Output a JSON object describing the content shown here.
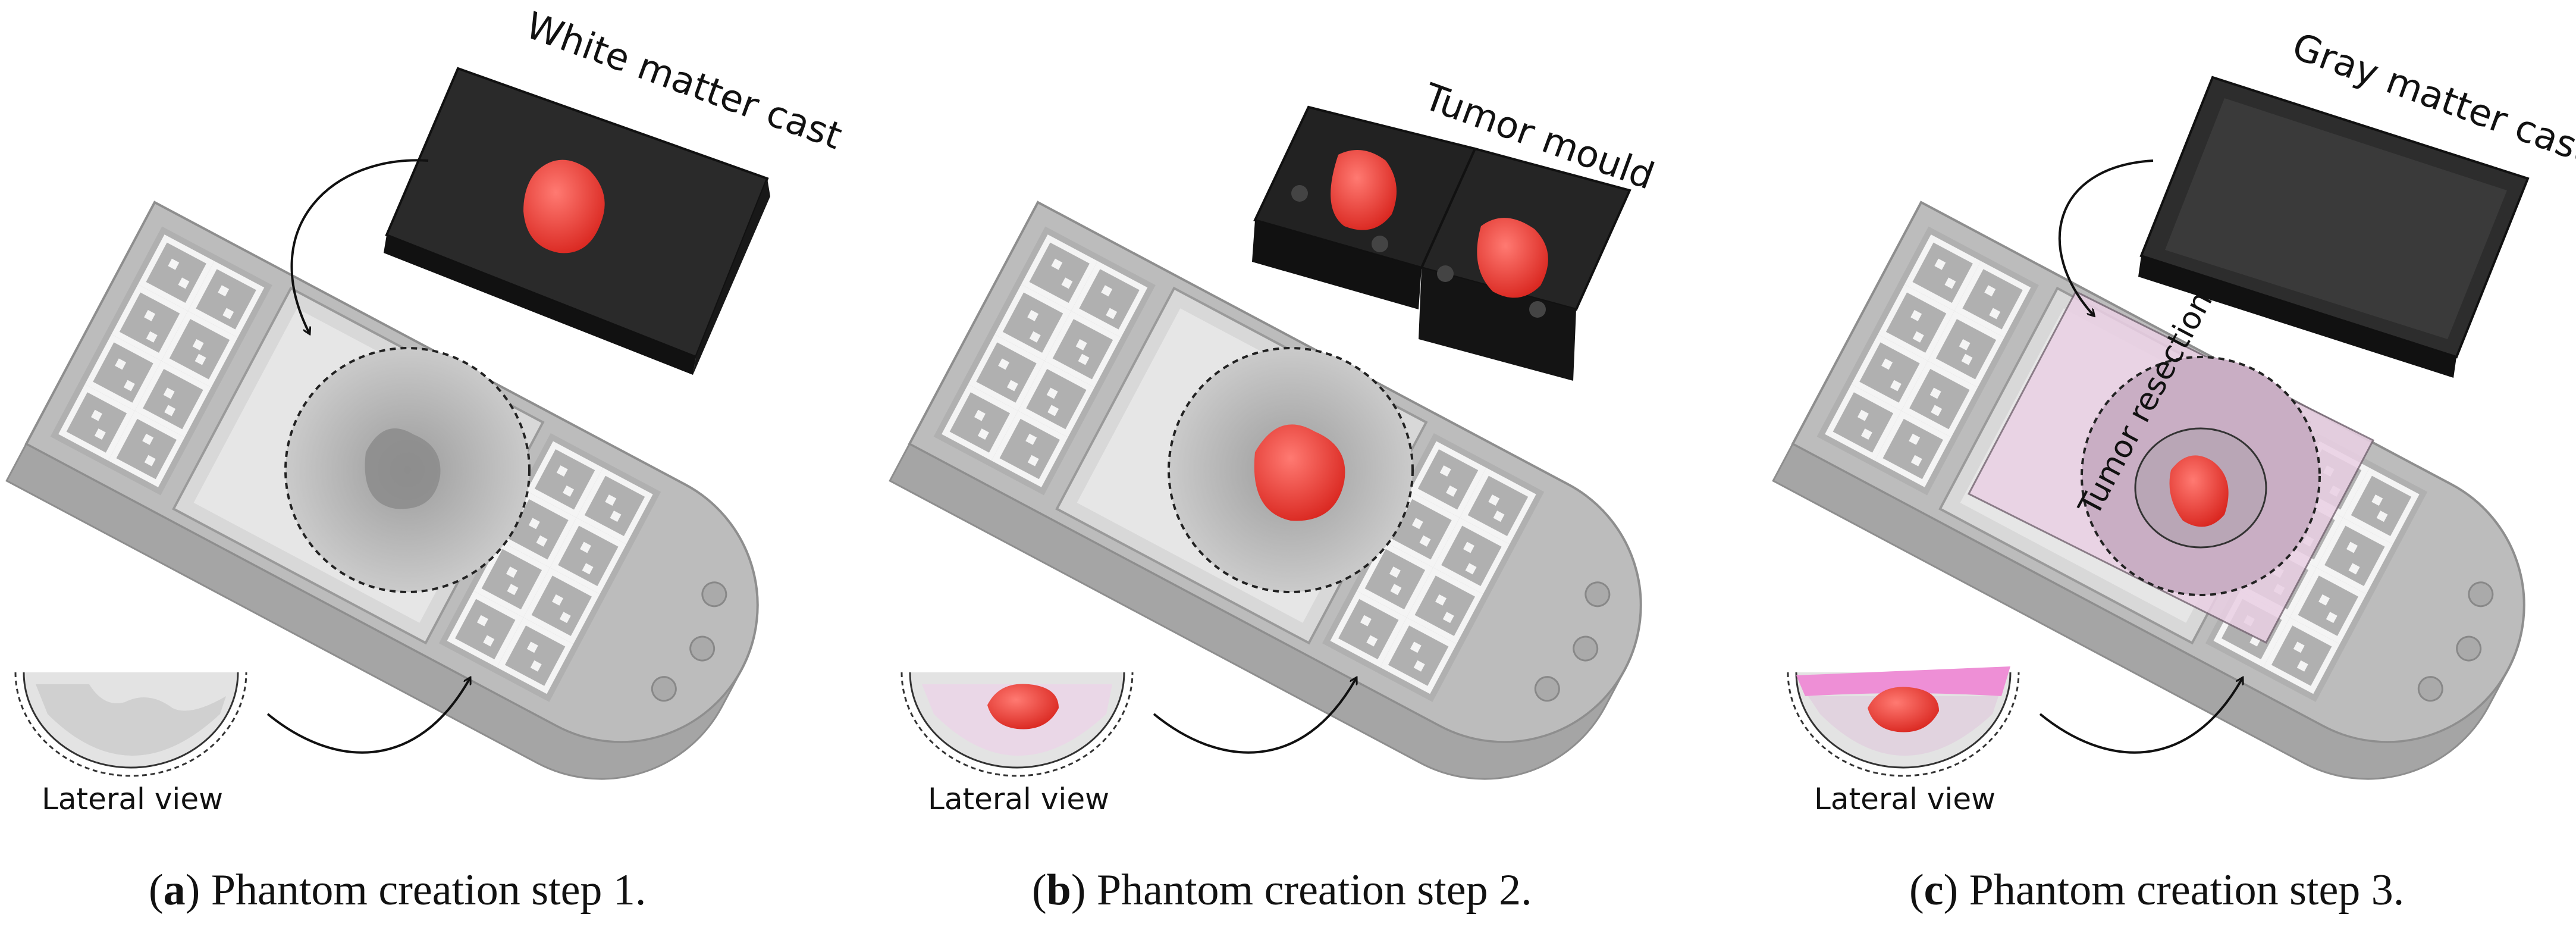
{
  "panels": [
    {
      "caption_letter": "a",
      "caption_text": "Phantom creation step 1.",
      "callout": "White matter cast",
      "lateral_label": "Lateral view"
    },
    {
      "caption_letter": "b",
      "caption_text": "Phantom creation step 2.",
      "callout": "Tumor mould",
      "lateral_label": "Lateral view"
    },
    {
      "caption_letter": "c",
      "caption_text": "Phantom creation step 3.",
      "callout": "Gray matter cast",
      "resection_label": "Tumor resection",
      "lateral_label": "Lateral view"
    }
  ],
  "colors": {
    "holder": "#b9b9b9",
    "holder_edge": "#8f8f8f",
    "marker_white": "#f4f4f4",
    "tumor": "#f0413a",
    "cast": "#1e1e1e",
    "gray_matter_pink": "#ee8fd6"
  }
}
